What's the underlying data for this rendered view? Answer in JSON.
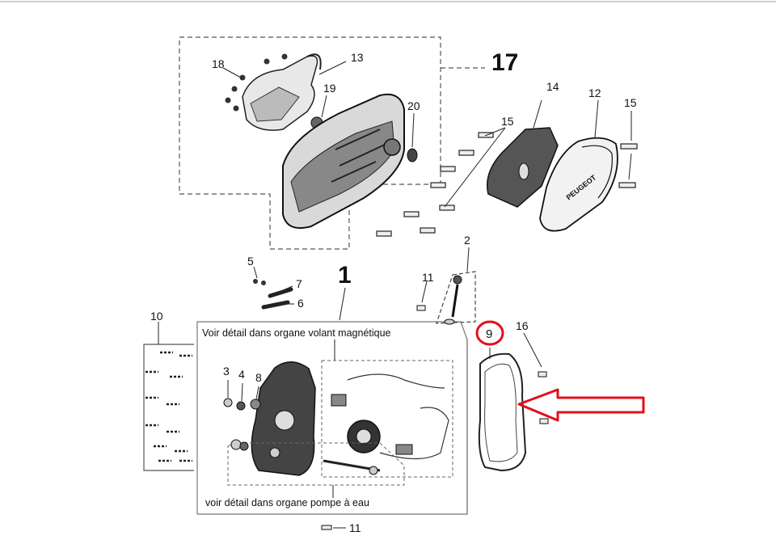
{
  "assembly_labels": {
    "main": "1",
    "cover": "17"
  },
  "part_labels": {
    "p2": "2",
    "p3": "3",
    "p4": "4",
    "p5": "5",
    "p6": "6",
    "p7": "7",
    "p8": "8",
    "p9": "9",
    "p10": "10",
    "p11a": "11",
    "p11b": "11",
    "p12": "12",
    "p13": "13",
    "p14": "14",
    "p15a": "15",
    "p15b": "15",
    "p16": "16",
    "p18": "18",
    "p19": "19",
    "p20": "20"
  },
  "notes": {
    "flywheel": "Voir détail dans organe volant magnétique",
    "water_pump": "voir détail dans organe pompe à eau"
  },
  "cover_brand": "PEUGEOT",
  "highlight": {
    "part": "9",
    "color": "#e0101b"
  }
}
